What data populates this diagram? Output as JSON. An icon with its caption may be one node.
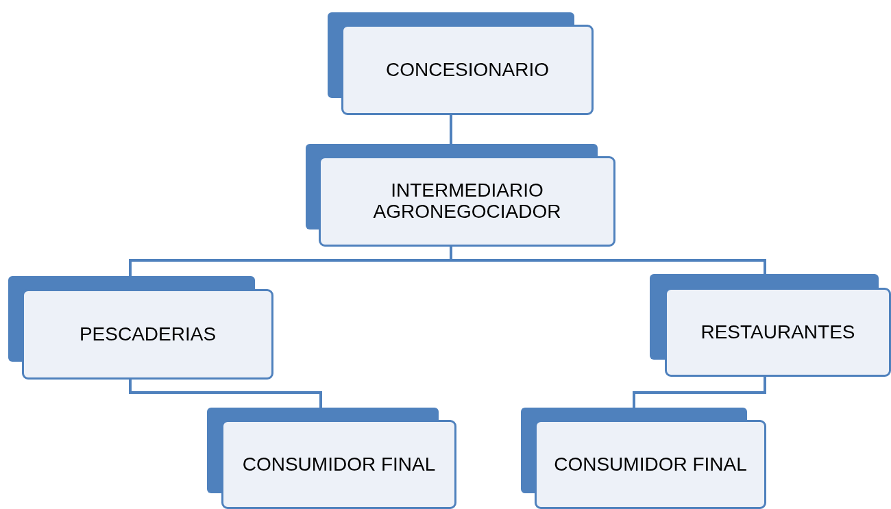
{
  "diagram": {
    "nodes": [
      {
        "text": [
          "CONCESIONARIO"
        ]
      },
      {
        "text": [
          "INTERMEDIARIO AGRONEGOCIADOR"
        ]
      },
      {
        "text": [
          "PESCADERIAS"
        ]
      },
      {
        "text": [
          "RESTAURANTES"
        ]
      },
      {
        "text": [
          "CONSUMIDOR FINAL"
        ]
      },
      {
        "text": [
          "CONSUMIDOR FINAL"
        ]
      }
    ],
    "edges": [
      {
        "from": 0,
        "to": 1,
        "arrow": "none"
      },
      {
        "from": 1,
        "to": 2,
        "arrow": "none"
      },
      {
        "from": 1,
        "to": 3,
        "arrow": "none"
      },
      {
        "from": 2,
        "to": 4,
        "arrow": "none"
      },
      {
        "from": 3,
        "to": 5,
        "arrow": "none"
      }
    ]
  }
}
